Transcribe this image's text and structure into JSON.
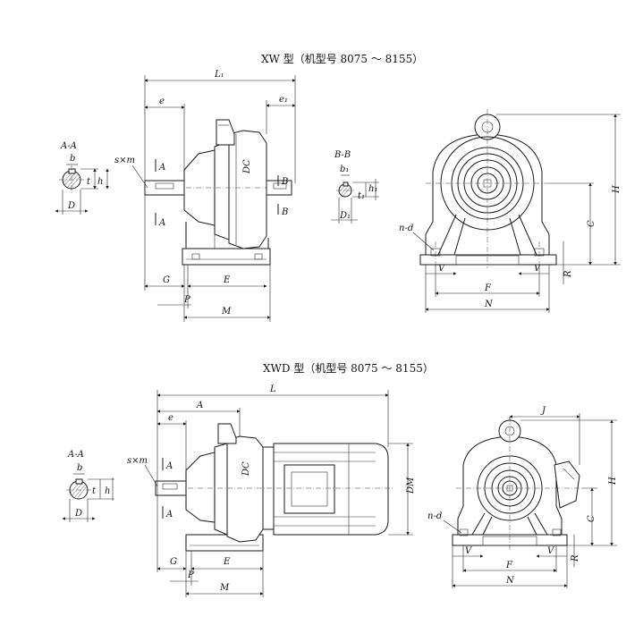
{
  "xw": {
    "title": "XW 型（机型号 8075 ～ 8155）",
    "L1": "L₁",
    "e": "e",
    "e1": "e₁",
    "DC": "DC",
    "sxm": "s×m",
    "A": "A",
    "B": "B",
    "G": "G",
    "E": "E",
    "P": "P",
    "M": "M",
    "AA": "A-A",
    "b": "b",
    "t": "t",
    "h": "h",
    "D": "D",
    "BB": "B-B",
    "b1": "b₁",
    "t1": "t₁",
    "h1": "h₁",
    "D1": "D₁",
    "H": "H",
    "C": "C",
    "nd": "n-d",
    "V": "V",
    "F": "F",
    "N": "N",
    "R": "R"
  },
  "xwd": {
    "title": "XWD 型（机型号 8075 ～ 8155）",
    "L": "L",
    "A": "A",
    "e": "e",
    "DC": "DC",
    "DM": "DM",
    "sxm": "s×m",
    "G": "G",
    "E": "E",
    "P": "P",
    "M": "M",
    "AA": "A-A",
    "b": "b",
    "t": "t",
    "h": "h",
    "D": "D",
    "J": "J",
    "H": "H",
    "C": "C",
    "nd": "n-d",
    "V": "V",
    "F": "F",
    "N": "N",
    "R": "R"
  }
}
